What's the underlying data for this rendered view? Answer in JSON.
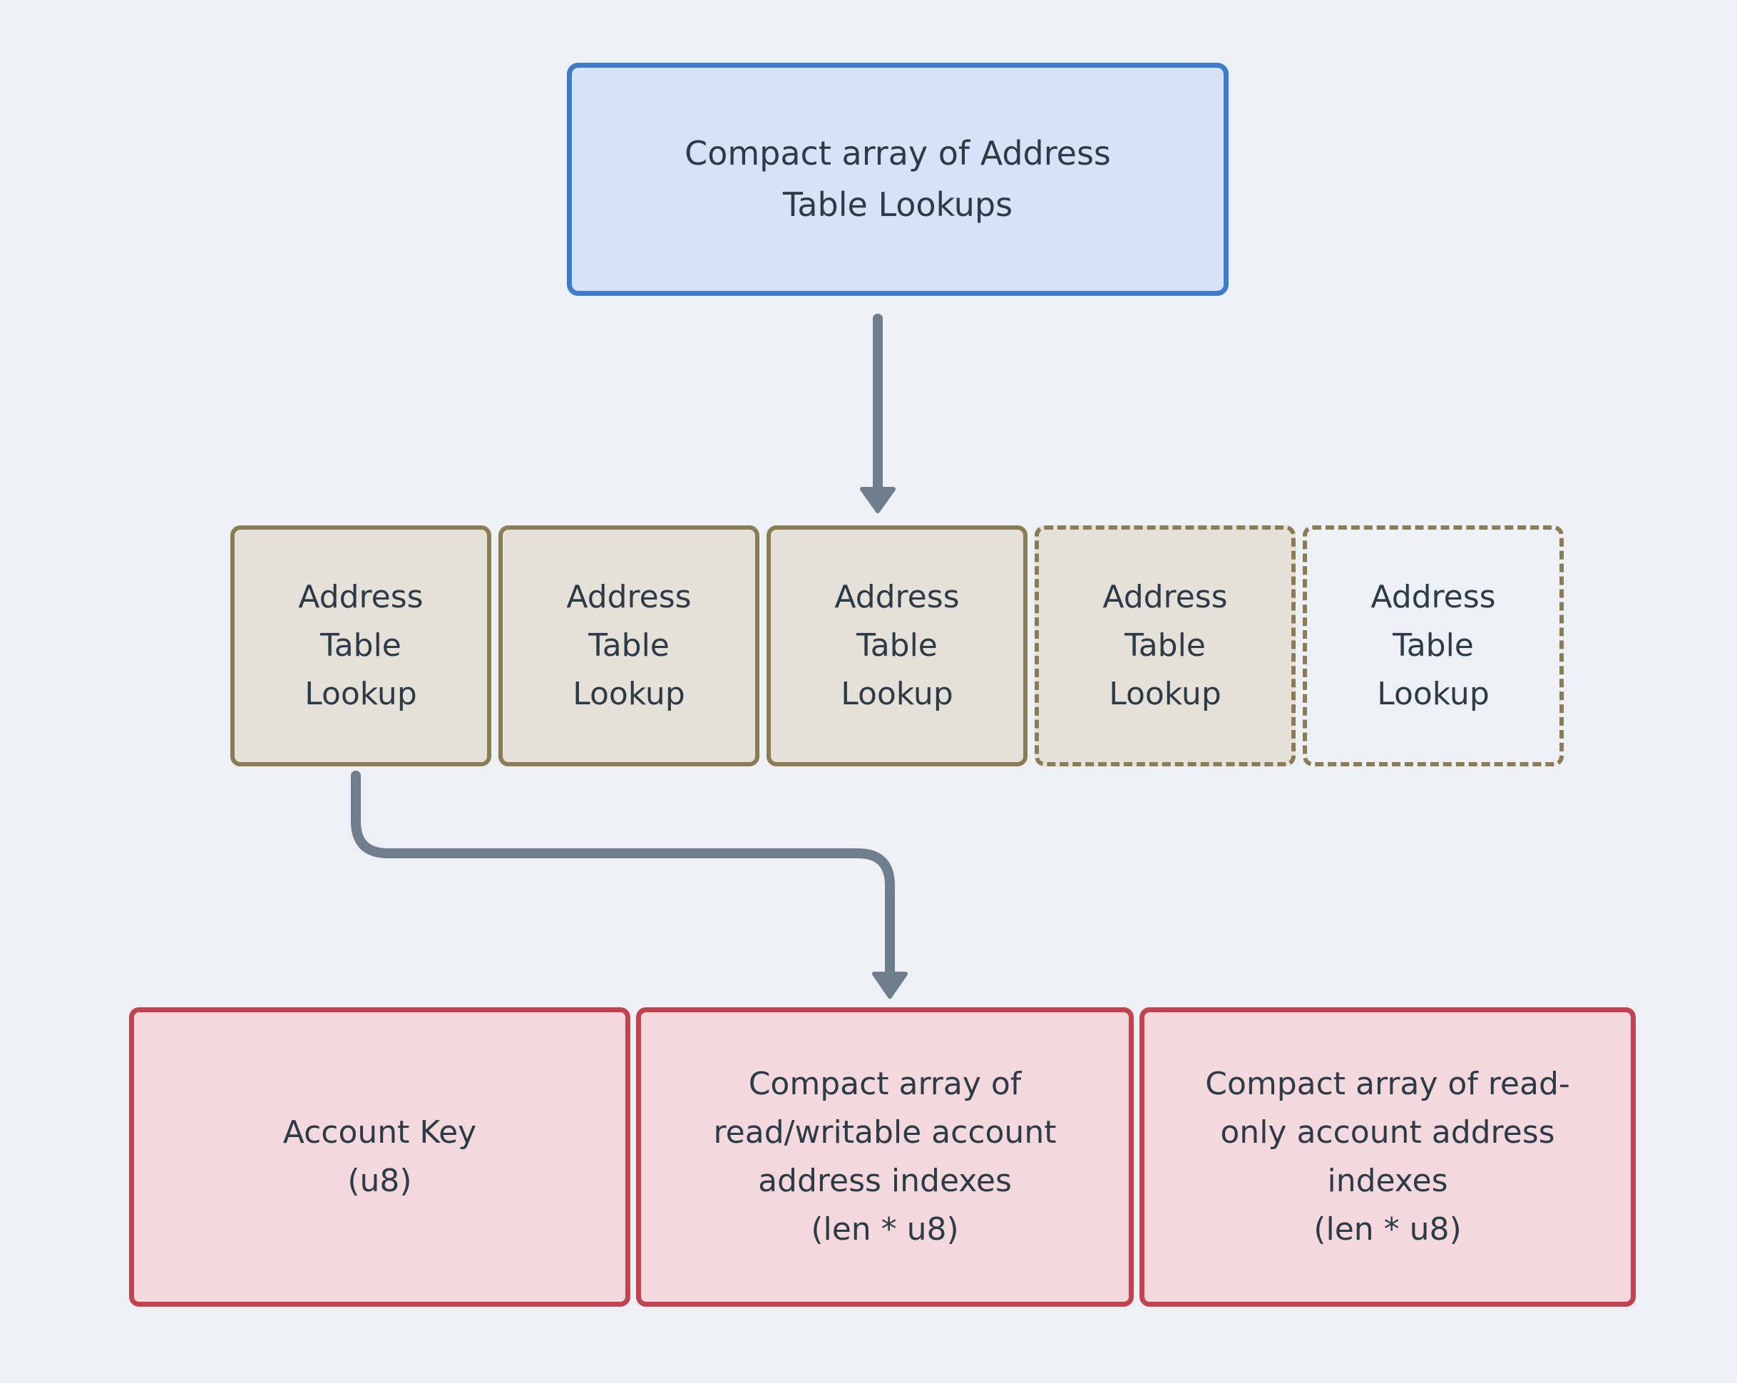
{
  "colors": {
    "bg": "#edf0f4",
    "text": "#2d3a48",
    "arrow": "#6e7e8d",
    "blue-border": "#3d7ccd",
    "blue-fill": "#d6e2f6",
    "tan-border": "#8a7c55",
    "tan-fill": "#e6e1d8",
    "red-border": "#c2434f",
    "red-fill": "#f4d9dc"
  },
  "diagram": {
    "top_box": {
      "label": "Compact array of Address\nTable Lookups"
    },
    "lookup_row": {
      "items": [
        {
          "label": "Address\nTable\nLookup",
          "border": "solid",
          "filled": true
        },
        {
          "label": "Address\nTable\nLookup",
          "border": "solid",
          "filled": true
        },
        {
          "label": "Address\nTable\nLookup",
          "border": "solid",
          "filled": true
        },
        {
          "label": "Address\nTable\nLookup",
          "border": "dashed",
          "filled": true
        },
        {
          "label": "Address\nTable\nLookup",
          "border": "dashed",
          "filled": false
        }
      ]
    },
    "detail_row": {
      "items": [
        {
          "label": "Account Key\n(u8)"
        },
        {
          "label": "Compact array of\nread/writable account\naddress indexes\n(len * u8)"
        },
        {
          "label": "Compact array of read-\nonly account address\nindexes\n(len * u8)"
        }
      ]
    }
  }
}
